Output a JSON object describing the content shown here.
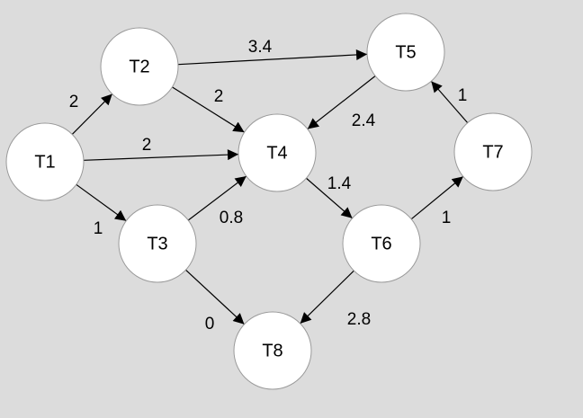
{
  "nodes": [
    {
      "id": "T1",
      "label": "T1"
    },
    {
      "id": "T2",
      "label": "T2"
    },
    {
      "id": "T3",
      "label": "T3"
    },
    {
      "id": "T4",
      "label": "T4"
    },
    {
      "id": "T5",
      "label": "T5"
    },
    {
      "id": "T6",
      "label": "T6"
    },
    {
      "id": "T7",
      "label": "T7"
    },
    {
      "id": "T8",
      "label": "T8"
    }
  ],
  "edges": [
    {
      "from": "T1",
      "to": "T2",
      "weight": "2"
    },
    {
      "from": "T1",
      "to": "T4",
      "weight": "2"
    },
    {
      "from": "T1",
      "to": "T3",
      "weight": "1"
    },
    {
      "from": "T2",
      "to": "T5",
      "weight": "3.4"
    },
    {
      "from": "T2",
      "to": "T4",
      "weight": "2"
    },
    {
      "from": "T3",
      "to": "T4",
      "weight": "0.8"
    },
    {
      "from": "T3",
      "to": "T8",
      "weight": "0"
    },
    {
      "from": "T5",
      "to": "T4",
      "weight": "2.4"
    },
    {
      "from": "T4",
      "to": "T6",
      "weight": "1.4"
    },
    {
      "from": "T6",
      "to": "T7",
      "weight": "1"
    },
    {
      "from": "T7",
      "to": "T5",
      "weight": "1"
    },
    {
      "from": "T6",
      "to": "T8",
      "weight": "2.8"
    }
  ]
}
